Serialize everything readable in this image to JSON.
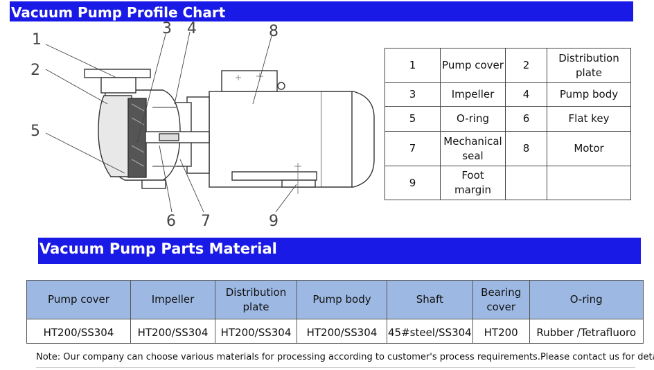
{
  "profile_chart": {
    "title": "Vacuum Pump Profile Chart",
    "callouts": [
      "1",
      "2",
      "3",
      "4",
      "5",
      "6",
      "7",
      "8",
      "9"
    ],
    "parts": [
      {
        "num": "1",
        "name": "Pump cover"
      },
      {
        "num": "2",
        "name": "Distribution plate"
      },
      {
        "num": "3",
        "name": "Impeller"
      },
      {
        "num": "4",
        "name": "Pump body"
      },
      {
        "num": "5",
        "name": "O-ring"
      },
      {
        "num": "6",
        "name": "Flat key"
      },
      {
        "num": "7",
        "name": "Mechanical seal"
      },
      {
        "num": "8",
        "name": "Motor"
      },
      {
        "num": "9",
        "name": "Foot margin"
      }
    ]
  },
  "materials": {
    "title": "Vacuum Pump Parts Material",
    "headers": [
      "Pump cover",
      "Impeller",
      "Distribution plate",
      "Pump body",
      "Shaft",
      "Bearing cover",
      "O-ring"
    ],
    "values": [
      "HT200/SS304",
      "HT200/SS304",
      "HT200/SS304",
      "HT200/SS304",
      "45#steel/SS304",
      "HT200",
      "Rubber /Tetrafluoro"
    ]
  },
  "note": "Note: Our company can choose various materials for processing according to customer's process requirements.Please contact us for details.",
  "colors": {
    "banner": "#1a1ae6",
    "header_fill": "#9db9e3"
  }
}
